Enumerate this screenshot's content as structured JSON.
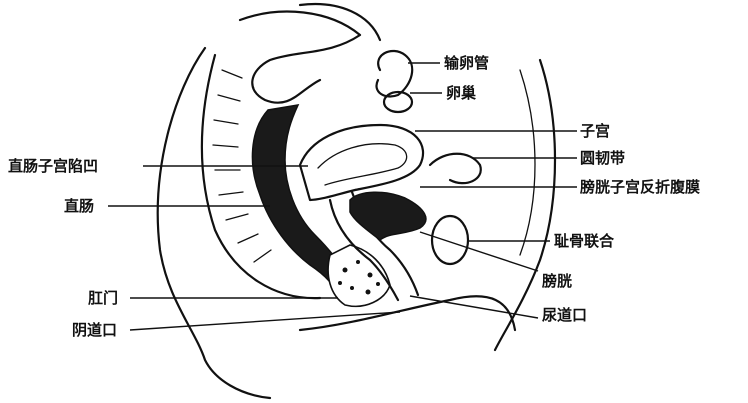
{
  "labels": {
    "oviduct": "输卵管",
    "ovary": "卵巢",
    "uterus": "子宫",
    "round_ligament": "圆韧带",
    "rectouterine_pouch": "直肠子宫陷凹",
    "vesicouterine_fold": "膀胱子宫反折腹膜",
    "rectum": "直肠",
    "pubic_symphysis": "耻骨联合",
    "bladder": "膀胱",
    "anus": "肛门",
    "urethral_orifice": "尿道口",
    "vaginal_orifice": "阴道口"
  }
}
